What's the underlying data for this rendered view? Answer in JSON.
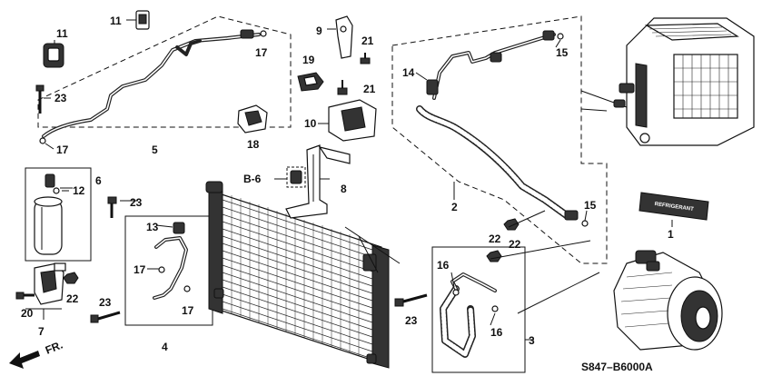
{
  "callouts": {
    "c1": "1",
    "c2": "2",
    "c3": "3",
    "c4": "4",
    "c5": "5",
    "c6": "6",
    "c7": "7",
    "c8": "8",
    "c9": "9",
    "c10": "10",
    "c11a": "11",
    "c11b": "11",
    "c12": "12",
    "c13": "13",
    "c14": "14",
    "c15a": "15",
    "c15b": "15",
    "c16a": "16",
    "c16b": "16",
    "c17a": "17",
    "c17b": "17",
    "c17c": "17",
    "c17d": "17",
    "c18": "18",
    "c19": "19",
    "c20": "20",
    "c21a": "21",
    "c21b": "21",
    "c22a": "22",
    "c22b": "22",
    "c22c": "22",
    "c23a": "23",
    "c23b": "23",
    "c23c": "23",
    "c23d": "23"
  },
  "reference": "B-6",
  "direction": "FR.",
  "diagram_code": "S847–B6000A",
  "label_plate_text": "REFRIGERANT"
}
